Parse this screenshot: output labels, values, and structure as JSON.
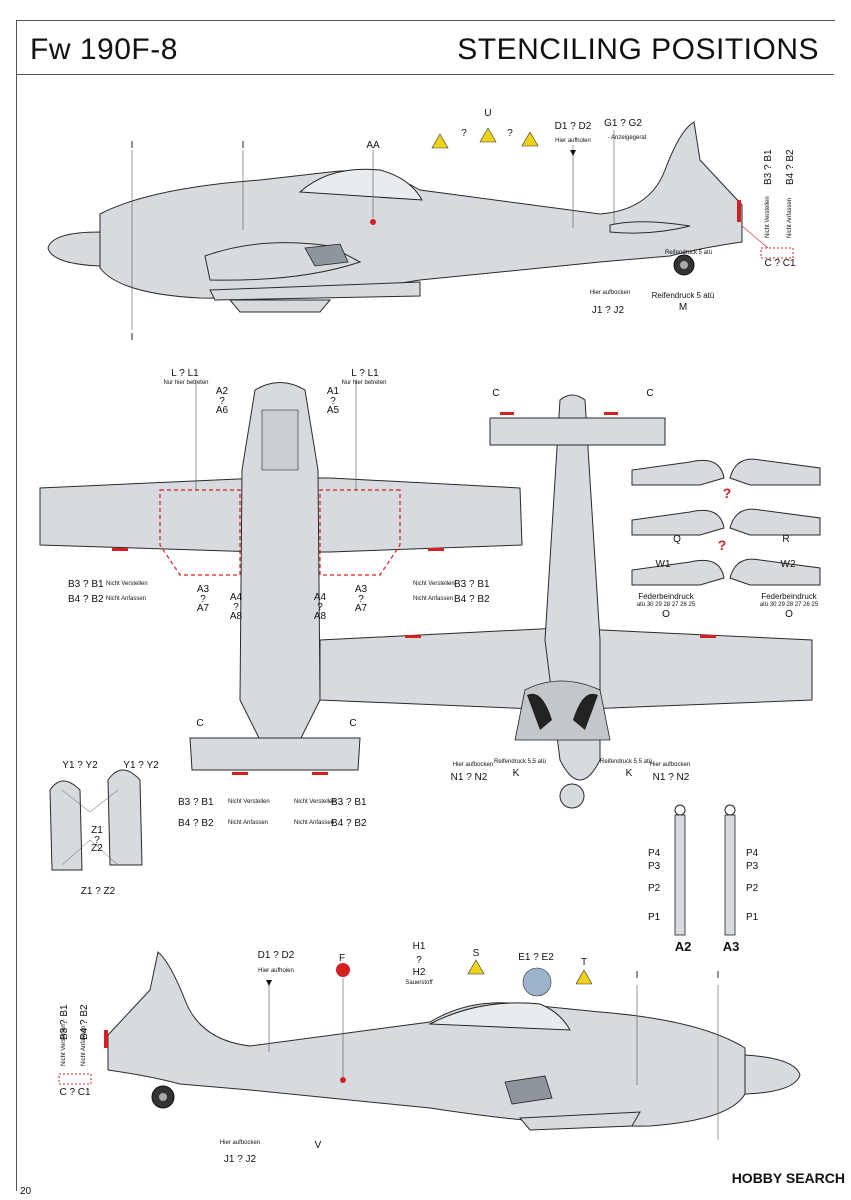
{
  "header": {
    "model": "Fw 190F-8",
    "title": "STENCILING POSITIONS"
  },
  "top_view": {
    "callouts": {
      "i_left": "I",
      "i_mid": "I",
      "i_bottom": "I",
      "aa": "AA",
      "u": "U",
      "q1": "?",
      "q2": "?",
      "d": "D1 ? D2",
      "d_sub": "Hier aufholen",
      "g": "G1 ? G2",
      "g_sub": "- Anzeigegerat",
      "b_r": "B3 ? B1",
      "b_r2": "B4 ? B2",
      "nicht_v": "Nicht Verstellen",
      "nicht_a": "Nicht Anfassen",
      "c": "C ? C1",
      "j_sub": "Hier aufbocken",
      "j": "J1 ? J2",
      "m_sub": "Reifendruck 5 atü",
      "m": "M",
      "tire": "Reifendruck 5 atü"
    }
  },
  "plan_view": {
    "l_left": "L ? L1",
    "l_left_sub": "Nur hier betreten",
    "l_right": "L ? L1",
    "l_right_sub": "Nur hier betreten",
    "a2": "A2",
    "a2_q": "?",
    "a6": "A6",
    "a1": "A1",
    "a1_q": "?",
    "a5": "A5",
    "b3_left": "B3 ? B1",
    "b4_left": "B4 ? B2",
    "nv_left": "Nicht Verstellen",
    "na_left": "Nicht Anfassen",
    "a3_left": "A3",
    "a3_q_left": "?",
    "a7_left": "A7",
    "a4_left": "A4",
    "a4_q_left": "?",
    "a8_left": "A8",
    "a4_right": "A4",
    "a4_q_right": "?",
    "a8_right": "A8",
    "a3_right": "A3",
    "a3_q_right": "?",
    "a7_right": "A7",
    "b3_right": "B3 ? B1",
    "b4_right": "B4 ? B2",
    "nv_right": "Nicht Verstellen",
    "na_right": "Nicht Anfassen",
    "c_tail_l": "C",
    "c_tail_r": "C",
    "b3_tail_l": "B3 ? B1",
    "b4_tail_l": "B4 ? B2",
    "nv_tail_l": "Nicht Verstellen",
    "na_tail_l": "Nicht Anfassen",
    "nv_tail_r": "Nicht Verstellen",
    "na_tail_r": "Nicht Anfassen",
    "b3_tail_r": "B3 ? B1",
    "b4_tail_r": "B4 ? B2"
  },
  "drop_tank": {
    "y_left": "Y1 ? Y2",
    "y_right": "Y1 ? Y2",
    "z1": "Z1",
    "zq": "?",
    "z2": "Z2",
    "z_bottom": "Z1 ? Z2"
  },
  "under_view": {
    "c_left": "C",
    "c_right": "C",
    "n_left_sub": "Hier aufbocken",
    "n_left": "N1 ? N2",
    "k_left_sub": "Reifendruck 5.5 atü",
    "k_left": "K",
    "k_right_sub": "Reifendruck 5.5 atü",
    "k_right": "K",
    "n_right_sub": "Hier aufbocken",
    "n_right": "N1 ? N2"
  },
  "flaps": {
    "q": "Q",
    "r": "R",
    "w1": "W1",
    "w2": "W2",
    "o_left_sub": "Federbeindruck",
    "o_left_nums": "atü 30 29 28 27 26 25",
    "o_left": "O",
    "o_right_sub": "Federbeindruck",
    "o_right_nums": "atü 30 29 28 27 26 25",
    "o_right": "O",
    "qmark": "?"
  },
  "gear_legs": {
    "left_labels": [
      "P4",
      "P3",
      "P2",
      "P1"
    ],
    "right_labels": [
      "P4",
      "P3",
      "P2",
      "P1"
    ],
    "left_title": "A2",
    "right_title": "A3"
  },
  "bottom_view": {
    "d": "D1 ? D2",
    "d_sub": "Hier aufholen",
    "f": "F",
    "h1": "H1",
    "hq": "?",
    "h2": "H2",
    "h_sub": "Sauerstoff",
    "s": "S",
    "e": "E1 ? E2",
    "t": "T",
    "i_left": "I",
    "i_right": "I",
    "b3": "B3 ? B1",
    "b4": "B4 ? B2",
    "nv": "Nicht Verstellen",
    "na": "Nicht Anfassen",
    "c": "C ? C1",
    "j_sub": "Hier aufbocken",
    "j": "J1 ? J2",
    "v": "V"
  },
  "footer": {
    "page": "20",
    "watermark": "HOBBY SEARCH"
  },
  "colors": {
    "aircraft": "#d7dbdf",
    "outline": "#2a2a2a",
    "stencil_red": "#d42020",
    "warning_yellow": "#f1d21a",
    "dial_blue": "#9bb4cc"
  }
}
